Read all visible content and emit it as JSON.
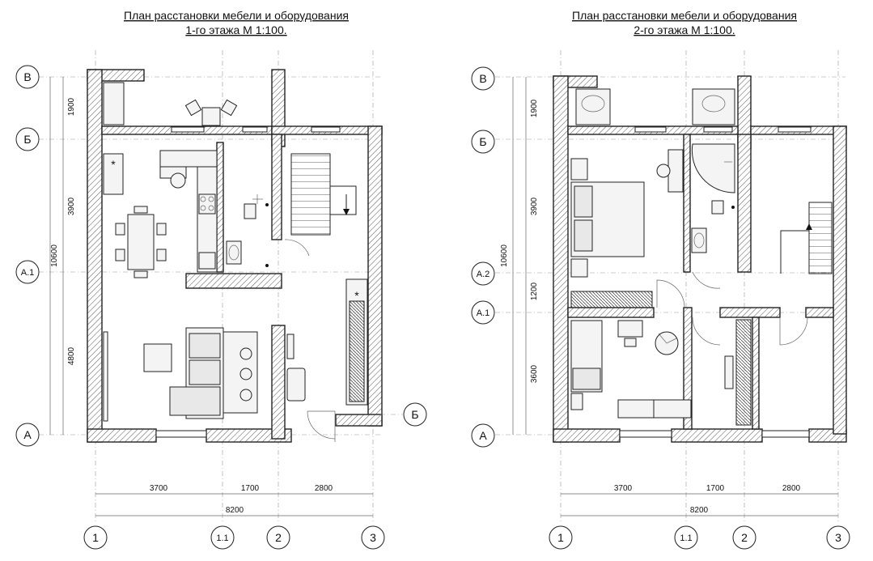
{
  "plans": [
    {
      "title_line1": "План расстановки мебели и оборудования",
      "title_line2": "1-го этажа М 1:100.",
      "row_axes": [
        "В",
        "Б",
        "А.1",
        "А"
      ],
      "col_axes": [
        "1",
        "1.1",
        "2",
        "3"
      ],
      "extra_axis": "Б",
      "vert_dims": [
        "1900",
        "3900",
        "10600",
        "4800"
      ],
      "horiz_dims": [
        "3700",
        "1700",
        "2800"
      ],
      "total_dim": "8200",
      "marks": [
        "*",
        "*"
      ]
    },
    {
      "title_line1": "План расстановки мебели и оборудования",
      "title_line2": "2-го этажа М 1:100.",
      "row_axes": [
        "В",
        "Б",
        "А.2",
        "А.1",
        "А"
      ],
      "col_axes": [
        "1",
        "1.1",
        "2",
        "3"
      ],
      "vert_dims": [
        "1900",
        "3900",
        "10600",
        "1200",
        "3600"
      ],
      "horiz_dims": [
        "3700",
        "1700",
        "2800"
      ],
      "total_dim": "8200"
    }
  ]
}
